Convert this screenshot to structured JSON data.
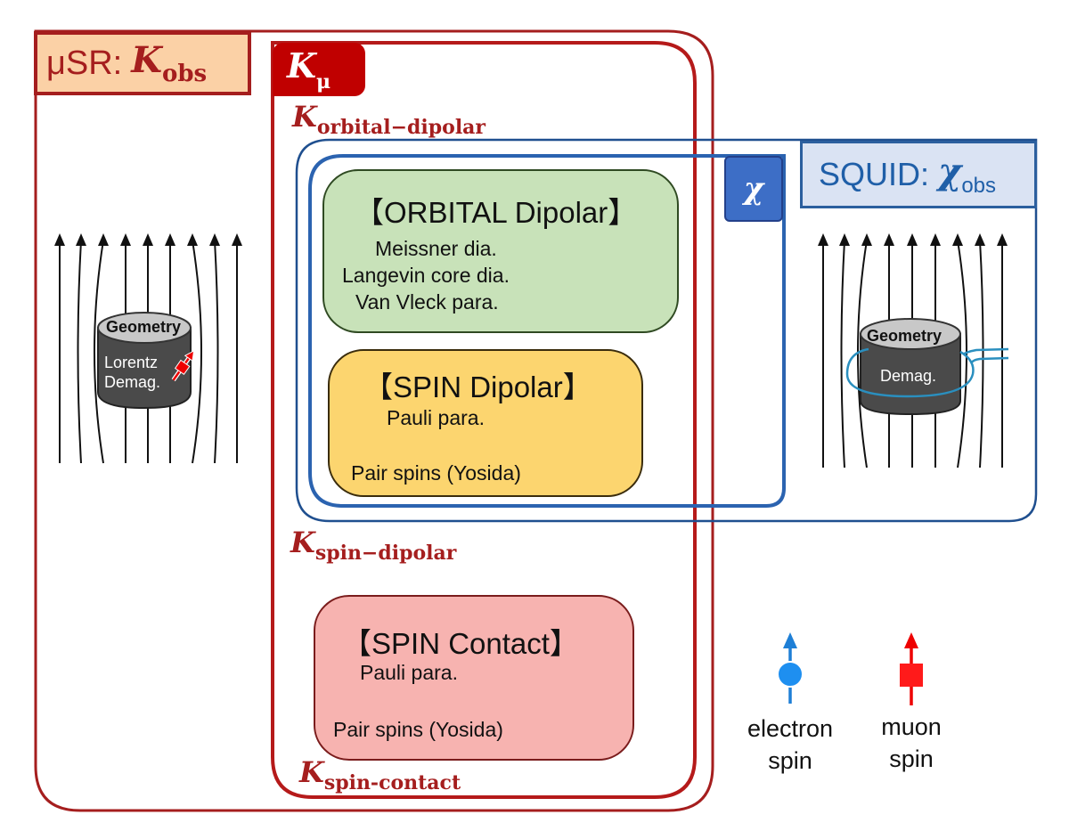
{
  "musr": {
    "prefix": "μSR:",
    "symbol": "K",
    "subscript": "obs"
  },
  "k_mu": {
    "symbol": "K",
    "subscript": "μ"
  },
  "k_orbital_dipolar": {
    "symbol": "K",
    "subscript": "orbital−dipolar"
  },
  "k_spin_dipolar": {
    "symbol": "K",
    "subscript": "spin−dipolar"
  },
  "k_spin_contact": {
    "symbol": "K",
    "subscript": "spin-contact"
  },
  "chi": {
    "symbol": "χ"
  },
  "squid": {
    "prefix": "SQUID:",
    "symbol": "χ",
    "subscript": "obs"
  },
  "orbital_dipolar": {
    "title": "【ORBITAL Dipolar】",
    "items": [
      "Meissner dia.",
      "Langevin core dia.",
      "Van Vleck para."
    ],
    "icon": "orbital-current-icon"
  },
  "spin_dipolar": {
    "title": "【SPIN Dipolar】",
    "items": [
      "Pauli para.",
      "Pair spins (Yosida)"
    ],
    "icons": [
      "electron-spin-pair-icon",
      "paired-electron-spins-icon"
    ]
  },
  "spin_contact": {
    "title": "【SPIN Contact】",
    "items": [
      "Pauli para.",
      "Pair spins (Yosida)"
    ],
    "icon": "electron-muon-coupling-icon"
  },
  "left_sample": {
    "top_label": "Geometry",
    "lines": [
      "Lorentz",
      "Demag."
    ],
    "icon": "muon-spin-icon"
  },
  "right_sample": {
    "top_label": "Geometry",
    "lines": [
      "Demag."
    ],
    "icon": "pickup-coil-icon"
  },
  "legend": [
    {
      "label_line1": "electron",
      "label_line2": "spin",
      "icon": "electron-spin-icon",
      "color": "#1e90ff"
    },
    {
      "label_line1": "muon",
      "label_line2": "spin",
      "icon": "muon-spin-icon",
      "color": "#ff1a1a"
    }
  ],
  "colors": {
    "musr_red": "#a51e1e",
    "kmu_red": "#c00000",
    "squid_blue": "#1f5fa8",
    "orbital_green": "#c8e2b9",
    "spin_dipolar_yellow": "#fcd56f",
    "spin_contact_pink": "#f7b3b0",
    "electron_blue": "#1e90ff",
    "muon_red": "#ff1a1a"
  }
}
